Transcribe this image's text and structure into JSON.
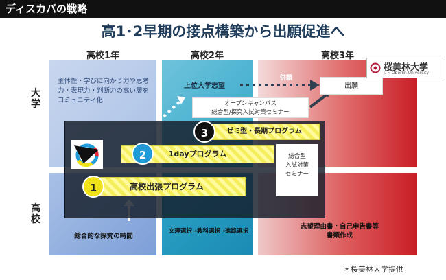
{
  "header": {
    "title": "ディスカバの戦略"
  },
  "main_title": "高1･2早期の接点構築から出願促進へ",
  "columns": [
    "高校1年",
    "高校2年",
    "高校3年"
  ],
  "rows": [
    "大学",
    "高校"
  ],
  "q1_text": "主体性・学びに向かう力や思考力・表現力・判断力の高い層をコミュニティ化",
  "top_target": "上位大学志望",
  "heigan": "併願",
  "shutsugan": "出願",
  "open_campus": "オープンキャンパス\n総合型/探究入試対策セミナー",
  "sogo_seminar": "総合型\n入試対策\nセミナー",
  "programs": [
    {
      "num": "3",
      "label": "ゼミ型・長期プログラム"
    },
    {
      "num": "2",
      "label": "1dayプログラム"
    },
    {
      "num": "1",
      "label": "高校出張プログラム"
    }
  ],
  "bottom_labels": [
    "総合的な探究の時間",
    "文理選択→教科選択→進路選択",
    "志望理由書・自己申告書等\n書類作成"
  ],
  "logo": {
    "name": "桜美林大学",
    "sub": "J. F. Oberlin University"
  },
  "credit": "＊桜美林大学提供",
  "colors": {
    "circle1": "#f0e21a",
    "circle2": "#1e9ad6",
    "circle3": "#111111",
    "arrow": "#2f3f4f"
  }
}
